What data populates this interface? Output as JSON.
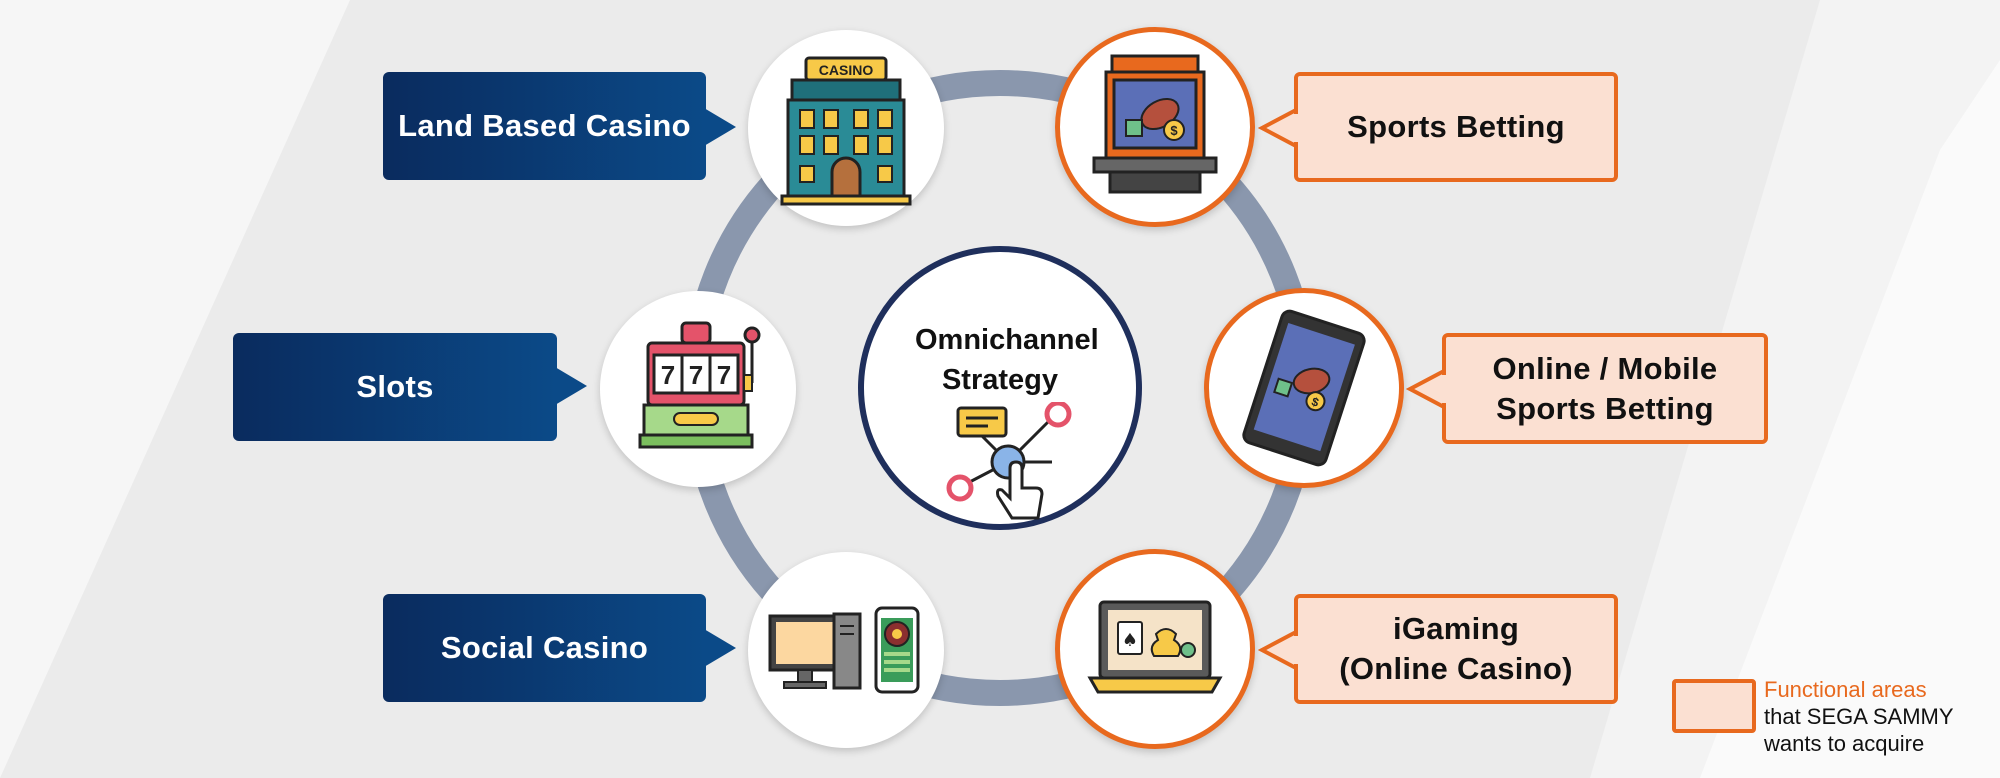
{
  "center": {
    "title": "Omnichannel Strategy"
  },
  "left_items": [
    {
      "label": "Land Based Casino",
      "icon": "casino-building-icon"
    },
    {
      "label": "Slots",
      "icon": "slot-machine-icon"
    },
    {
      "label": "Social Casino",
      "icon": "computer-and-phone-roulette-icon"
    }
  ],
  "right_items": [
    {
      "label": "Sports Betting",
      "icon": "sports-betting-kiosk-icon"
    },
    {
      "label": "Online / Mobile Sports Betting",
      "icon": "tablet-sports-betting-icon"
    },
    {
      "label": "iGaming (Online Casino)",
      "icon": "laptop-online-casino-icon"
    }
  ],
  "legend": {
    "line1": "Functional areas",
    "line2": "that SEGA SAMMY",
    "line3": "wants to acquire"
  },
  "colors": {
    "orange": "#e8691e",
    "peach": "#fbe0d2",
    "navy": "#0a2b5e",
    "ring": "#8a97ad",
    "center_border": "#1f2f5c"
  }
}
